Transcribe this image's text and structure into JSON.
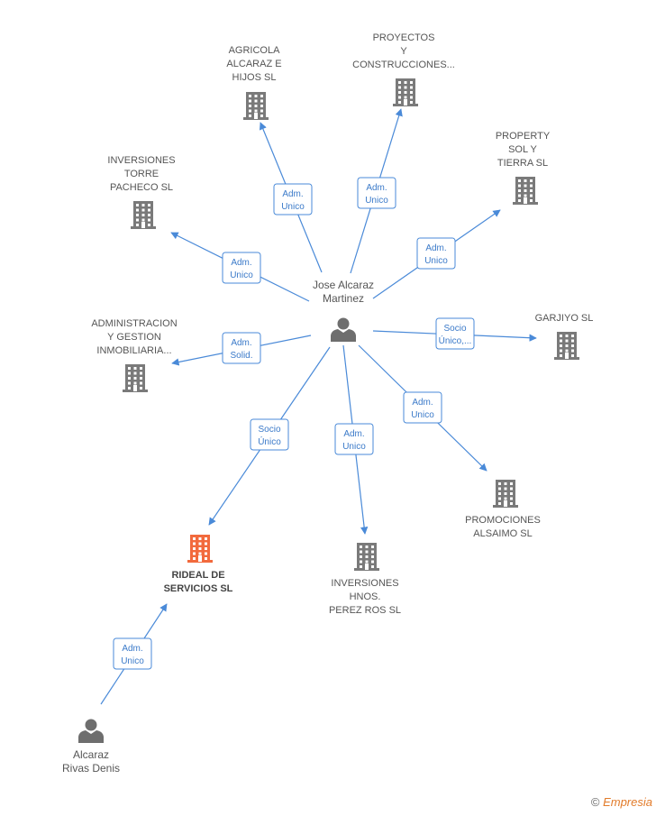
{
  "colors": {
    "edge": "#4a8ad8",
    "building": "#7a7a7a",
    "building_main": "#f26a3d",
    "person": "#6e6e6e"
  },
  "people": [
    {
      "id": "p_jose",
      "lines": [
        "Jose Alcaraz",
        "Martinez"
      ],
      "icon": "person-icon"
    },
    {
      "id": "p_alcaraz",
      "lines": [
        "Alcaraz",
        "Rivas Denis"
      ],
      "icon": "person-icon"
    }
  ],
  "companies": [
    {
      "id": "c_agricola",
      "lines": [
        "AGRICOLA",
        "ALCARAZ E",
        "HIJOS SL"
      ],
      "main": false
    },
    {
      "id": "c_proyectos",
      "lines": [
        "PROYECTOS",
        "Y",
        "CONSTRUCCIONES..."
      ],
      "main": false
    },
    {
      "id": "c_property",
      "lines": [
        "PROPERTY",
        "SOL Y",
        "TIERRA SL"
      ],
      "main": false
    },
    {
      "id": "c_inversiones_torre",
      "lines": [
        "INVERSIONES",
        "TORRE",
        "PACHECO SL"
      ],
      "main": false
    },
    {
      "id": "c_admin",
      "lines": [
        "ADMINISTRACION",
        "Y GESTION",
        "INMOBILIARIA..."
      ],
      "main": false
    },
    {
      "id": "c_garjiyo",
      "lines": [
        "GARJIYO  SL"
      ],
      "main": false
    },
    {
      "id": "c_promociones",
      "lines": [
        "PROMOCIONES",
        "ALSAIMO SL"
      ],
      "main": false
    },
    {
      "id": "c_perez",
      "lines": [
        "INVERSIONES",
        "HNOS.",
        "PEREZ ROS SL"
      ],
      "main": false
    },
    {
      "id": "c_rideal",
      "lines": [
        "RIDEAL DE",
        "SERVICIOS SL"
      ],
      "main": true
    }
  ],
  "relations": [
    {
      "from": "p_jose",
      "to": "c_agricola",
      "label": [
        "Adm.",
        "Unico"
      ]
    },
    {
      "from": "p_jose",
      "to": "c_proyectos",
      "label": [
        "Adm.",
        "Unico"
      ]
    },
    {
      "from": "p_jose",
      "to": "c_property",
      "label": [
        "Adm.",
        "Unico"
      ]
    },
    {
      "from": "p_jose",
      "to": "c_inversiones_torre",
      "label": [
        "Adm.",
        "Unico"
      ]
    },
    {
      "from": "p_jose",
      "to": "c_admin",
      "label": [
        "Adm.",
        "Solid."
      ]
    },
    {
      "from": "p_jose",
      "to": "c_garjiyo",
      "label": [
        "Socio",
        "Único,..."
      ]
    },
    {
      "from": "p_jose",
      "to": "c_promociones",
      "label": [
        "Adm.",
        "Unico"
      ]
    },
    {
      "from": "p_jose",
      "to": "c_perez",
      "label": [
        "Adm.",
        "Unico"
      ]
    },
    {
      "from": "p_jose",
      "to": "c_rideal",
      "label": [
        "Socio",
        "Único"
      ]
    },
    {
      "from": "p_alcaraz",
      "to": "c_rideal",
      "label": [
        "Adm.",
        "Unico"
      ]
    }
  ],
  "footer": {
    "copyright_symbol": "©",
    "brand": "Empresia"
  }
}
